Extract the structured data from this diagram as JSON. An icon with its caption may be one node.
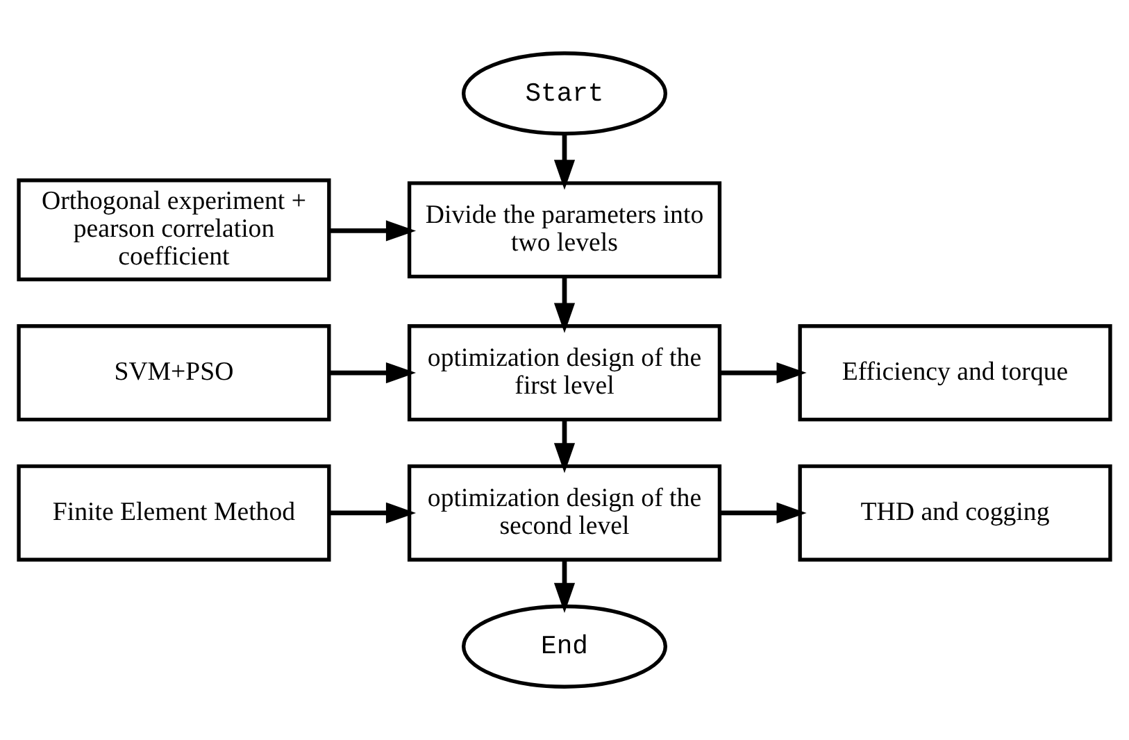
{
  "diagram": {
    "nodes": [
      {
        "text": [
          "Start"
        ]
      },
      {
        "text": [
          "Orthogonal experiment + pearson correlation coefficient"
        ]
      },
      {
        "text": [
          "Divide the parameters into two levels"
        ]
      },
      {
        "text": [
          "SVM+PSO"
        ]
      },
      {
        "text": [
          "optimization design of the first level"
        ]
      },
      {
        "text": [
          "Efficiency and torque"
        ]
      },
      {
        "text": [
          "Finite Element Method"
        ]
      },
      {
        "text": [
          "optimization design of the second level"
        ]
      },
      {
        "text": [
          "THD and cogging"
        ]
      },
      {
        "text": [
          "End"
        ]
      }
    ],
    "edges": [
      {
        "from": 0,
        "to": 2,
        "arrow": "to"
      },
      {
        "from": 1,
        "to": 2,
        "arrow": "to"
      },
      {
        "from": 2,
        "to": 4,
        "arrow": "to"
      },
      {
        "from": 3,
        "to": 4,
        "arrow": "to"
      },
      {
        "from": 4,
        "to": 5,
        "arrow": "to"
      },
      {
        "from": 4,
        "to": 7,
        "arrow": "to"
      },
      {
        "from": 6,
        "to": 7,
        "arrow": "to"
      },
      {
        "from": 7,
        "to": 8,
        "arrow": "to"
      },
      {
        "from": 7,
        "to": 9,
        "arrow": "to"
      }
    ]
  }
}
